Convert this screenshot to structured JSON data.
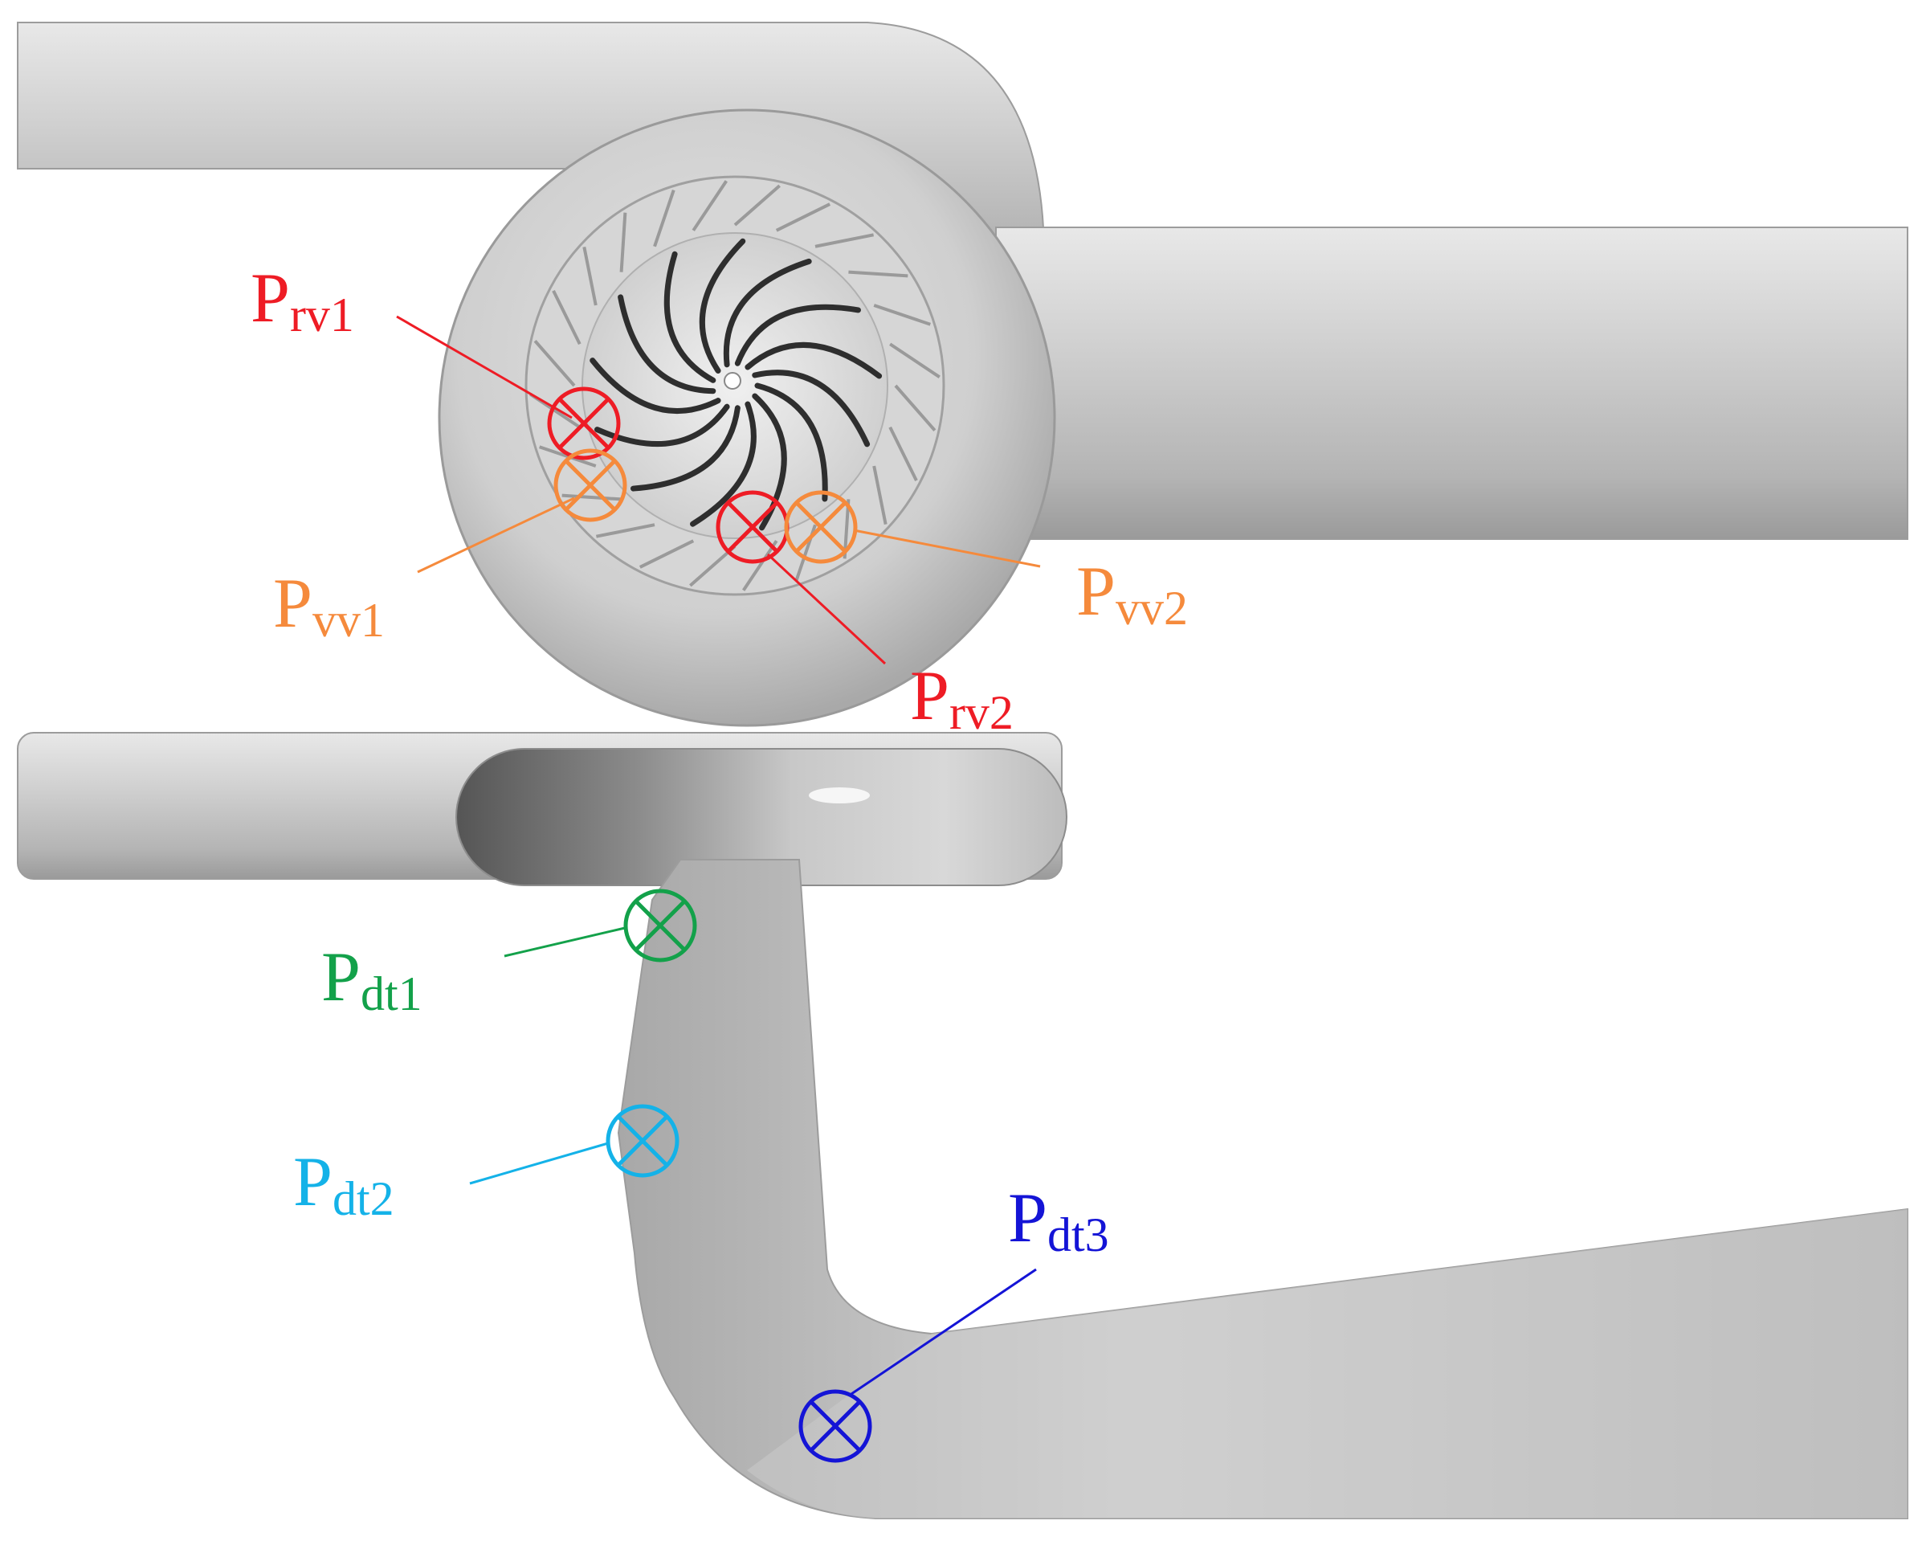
{
  "colors": {
    "red": "#ee1c25",
    "orange": "#f58a3c",
    "green": "#13a14a",
    "cyan": "#14b2e8",
    "blue": "#1414d6",
    "metal_light": "#e6e6e6",
    "metal_mid": "#c4c4c4",
    "metal_dark": "#8a8a8a"
  },
  "probes": [
    {
      "id": "rv1",
      "main": "P",
      "sub": "rv1",
      "color_key": "red"
    },
    {
      "id": "vv1",
      "main": "P",
      "sub": "vv1",
      "color_key": "orange"
    },
    {
      "id": "rv2",
      "main": "P",
      "sub": "rv2",
      "color_key": "red"
    },
    {
      "id": "vv2",
      "main": "P",
      "sub": "vv2",
      "color_key": "orange"
    },
    {
      "id": "dt1",
      "main": "P",
      "sub": "dt1",
      "color_key": "green"
    },
    {
      "id": "dt2",
      "main": "P",
      "sub": "dt2",
      "color_key": "cyan"
    },
    {
      "id": "dt3",
      "main": "P",
      "sub": "dt3",
      "color_key": "blue"
    }
  ]
}
